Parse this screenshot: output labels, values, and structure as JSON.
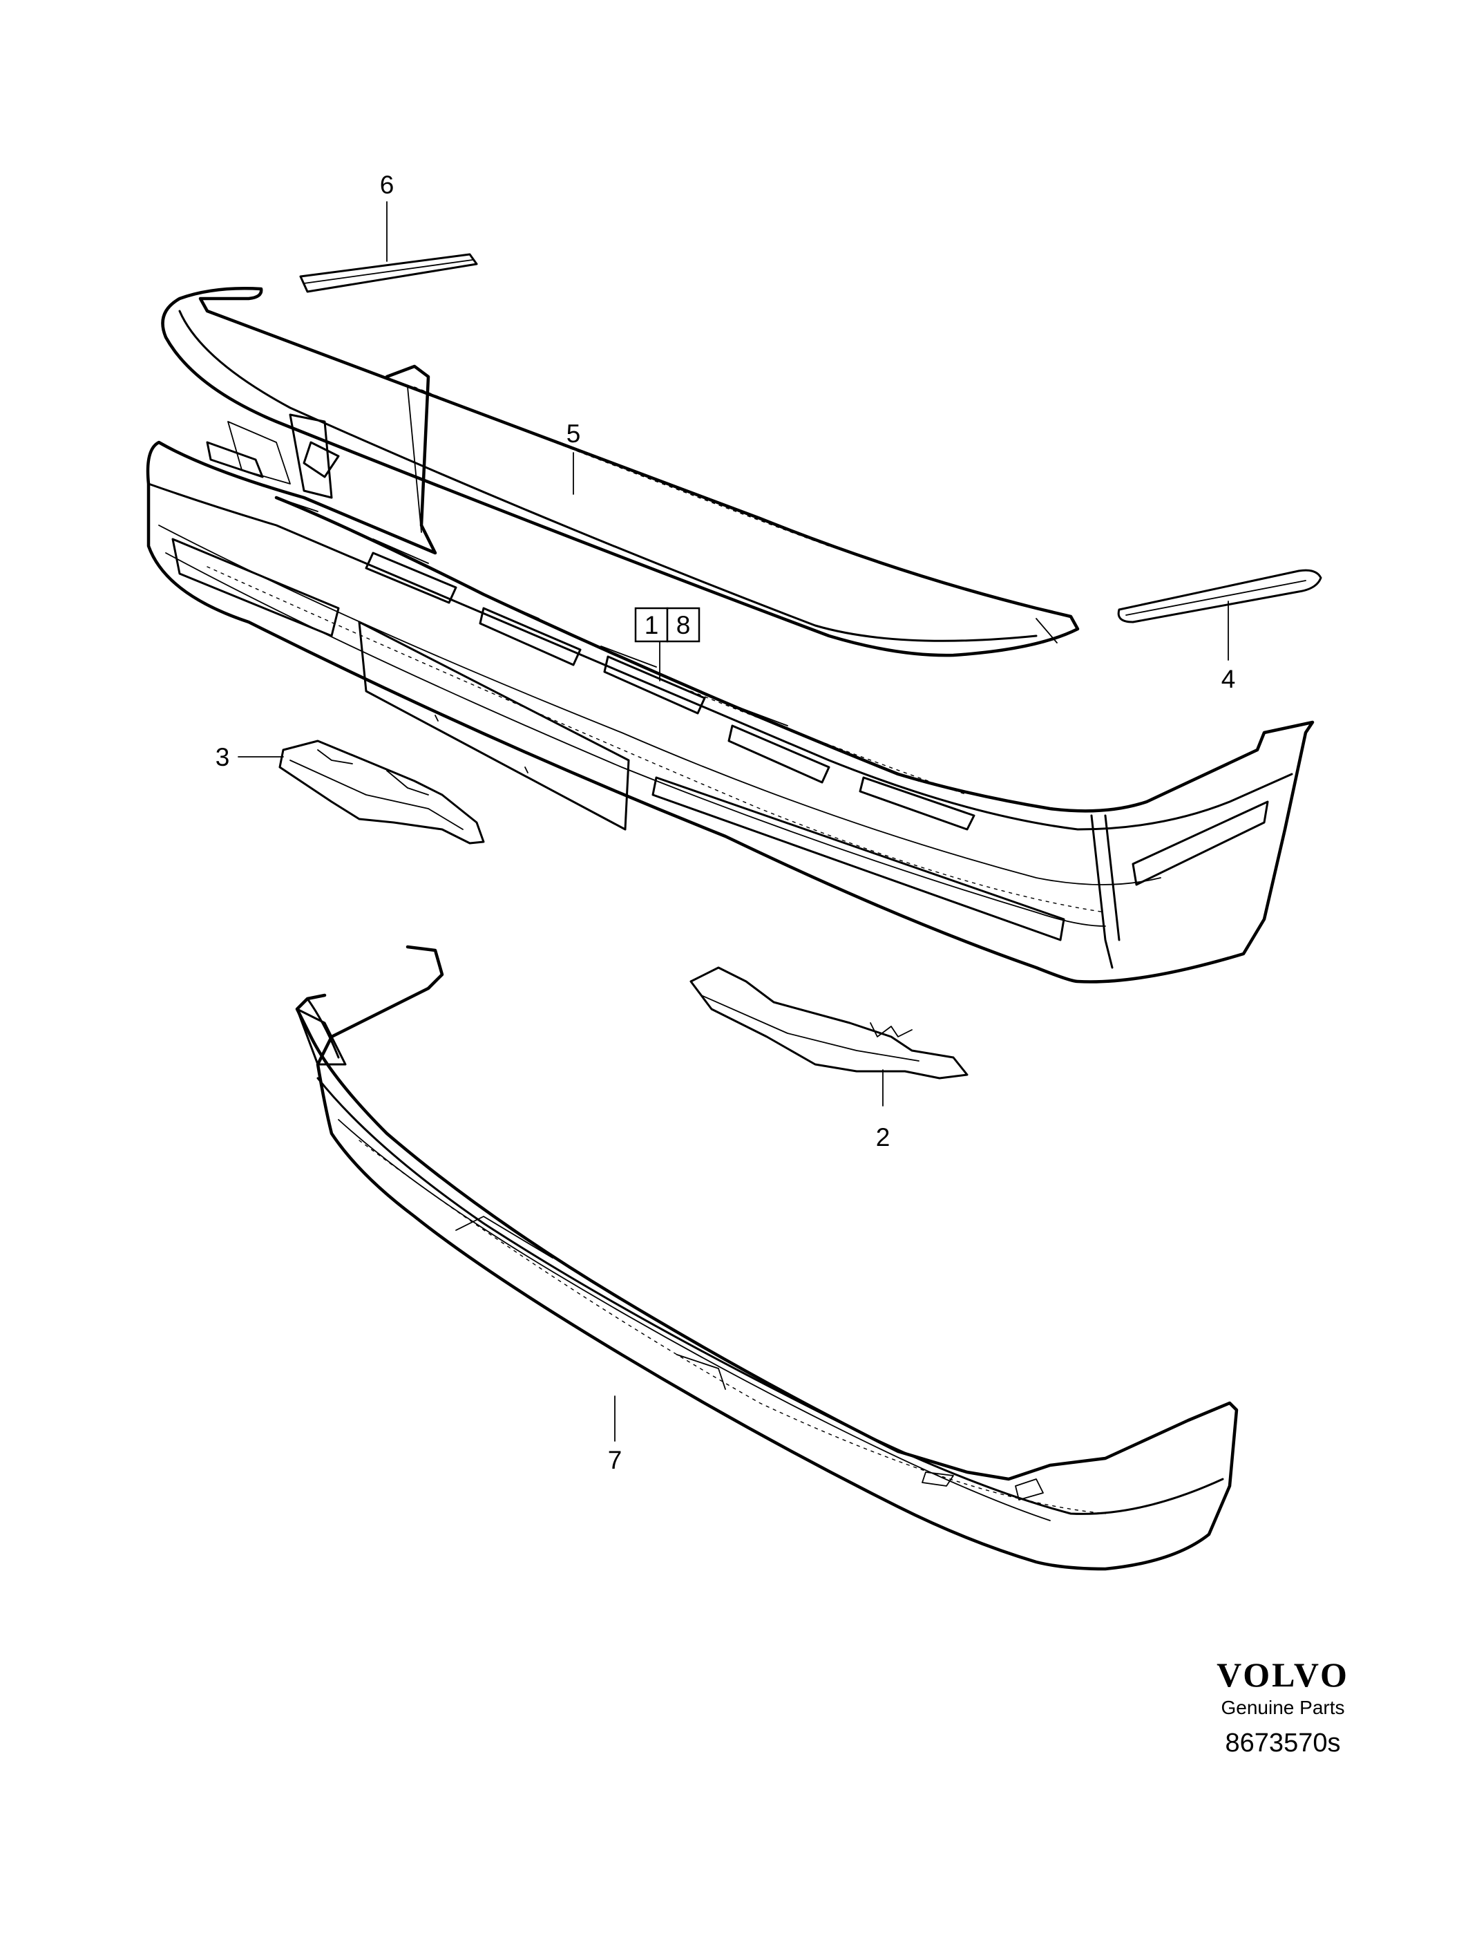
{
  "callouts": {
    "part_1": "1",
    "part_8": "8",
    "part_2": "2",
    "part_3": "3",
    "part_4": "4",
    "part_5": "5",
    "part_6": "6",
    "part_7": "7"
  },
  "brand": {
    "logo": "VOLVO",
    "subtitle": "Genuine Parts",
    "diagram_number": "8673570s"
  }
}
